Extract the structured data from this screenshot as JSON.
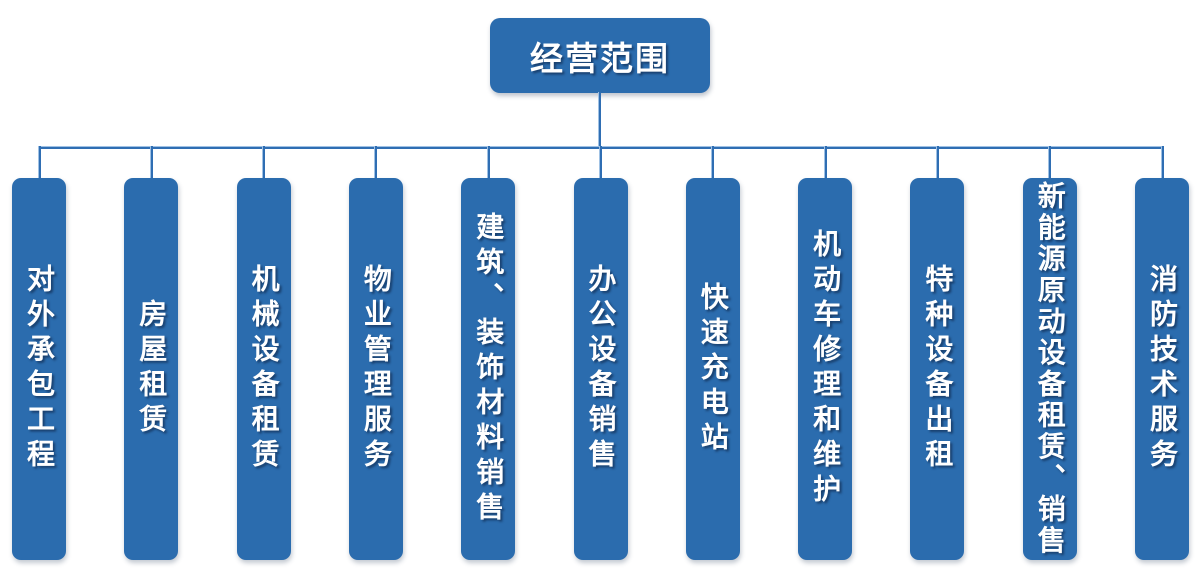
{
  "diagram": {
    "title": "经营范围",
    "root": {
      "label": "经营范围"
    },
    "children": [
      {
        "label": "对外承包工程"
      },
      {
        "label": "房屋租赁"
      },
      {
        "label": "机械设备租赁"
      },
      {
        "label": "物业管理服务"
      },
      {
        "label": "建筑、装饰材料销售"
      },
      {
        "label": "办公设备销售"
      },
      {
        "label": "快速充电站"
      },
      {
        "label": "机动车修理和维护"
      },
      {
        "label": "特种设备出租"
      },
      {
        "label": "新能源原动设备租赁、销售"
      },
      {
        "label": "消防技术服务"
      }
    ]
  },
  "colors": {
    "node_fill": "#2B6CAE",
    "connector_core": "#2F6EB3",
    "connector_light": "#9FC1E4",
    "text": "#FFFFFF",
    "background": "#FFFFFF"
  }
}
